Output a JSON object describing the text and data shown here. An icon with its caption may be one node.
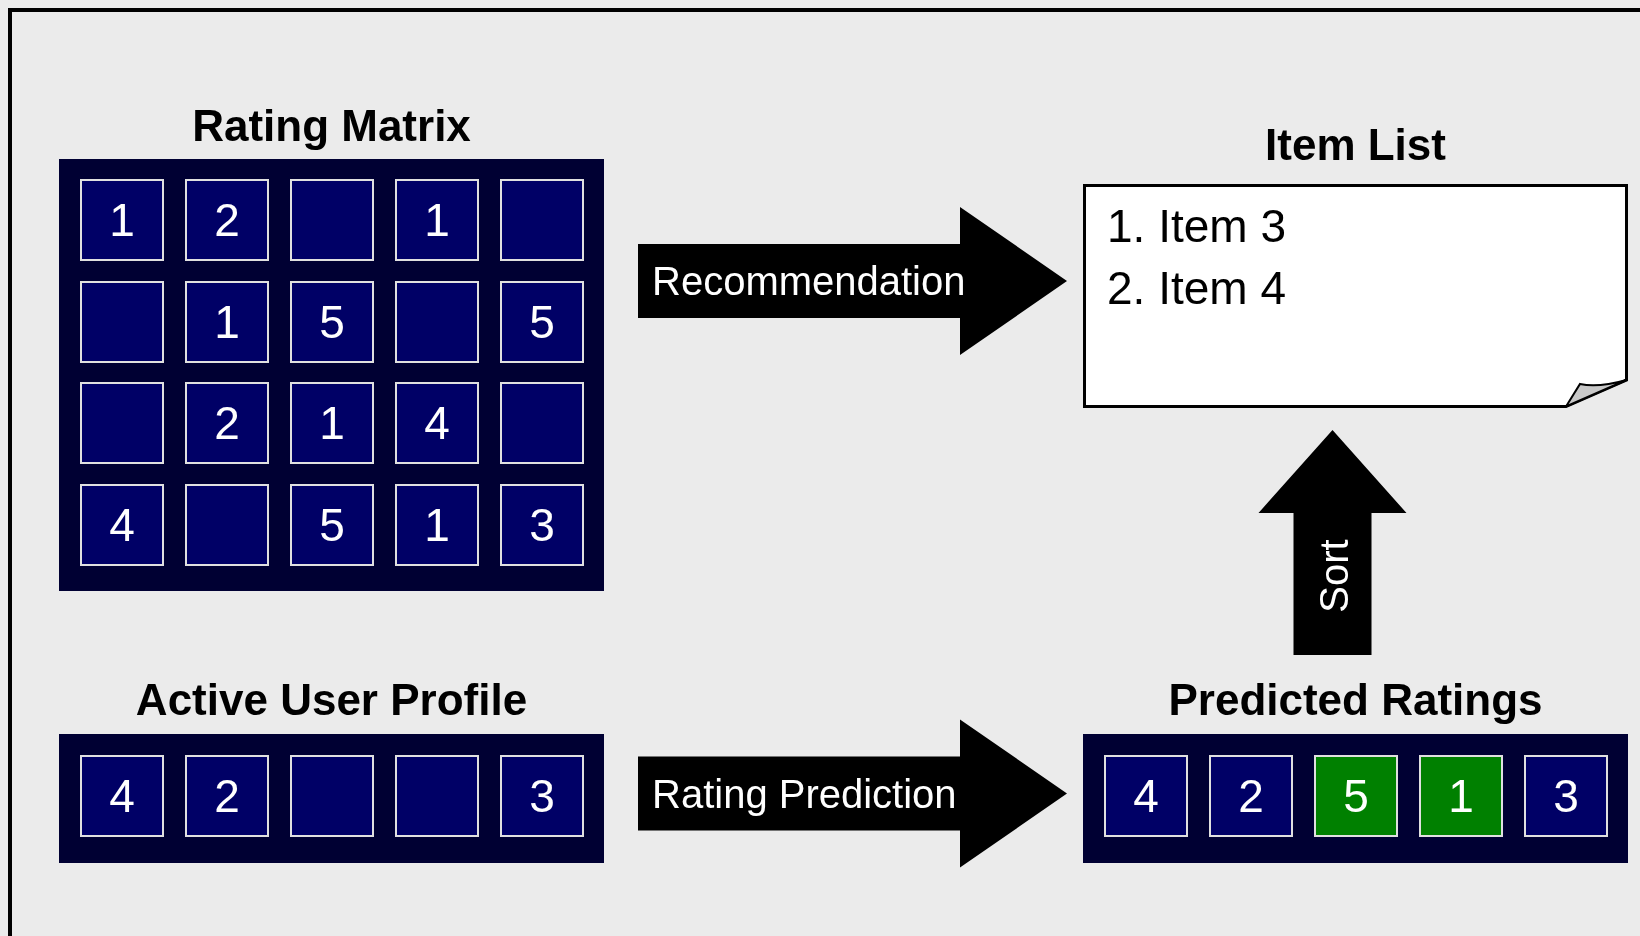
{
  "diagram": {
    "nodes": [
      {
        "text": [
          "Rating Matrix"
        ]
      },
      {
        "text": [
          "1"
        ],
        "in": 0
      },
      {
        "text": [
          "2"
        ],
        "in": 0
      },
      {
        "text": [],
        "shape": "box",
        "in": 0
      },
      {
        "text": [
          "1"
        ],
        "in": 0
      },
      {
        "text": [],
        "shape": "box",
        "in": 0
      },
      {
        "text": [],
        "shape": "box",
        "in": 0
      },
      {
        "text": [
          "1"
        ],
        "in": 0
      },
      {
        "text": [
          "5"
        ],
        "in": 0
      },
      {
        "text": [],
        "shape": "box",
        "in": 0
      },
      {
        "text": [
          "5"
        ],
        "in": 0
      },
      {
        "text": [],
        "shape": "box",
        "in": 0
      },
      {
        "text": [
          "2"
        ],
        "in": 0
      },
      {
        "text": [
          "1"
        ],
        "in": 0
      },
      {
        "text": [
          "4"
        ],
        "in": 0
      },
      {
        "text": [],
        "shape": "box",
        "in": 0
      },
      {
        "text": [
          "4"
        ],
        "in": 0
      },
      {
        "text": [],
        "shape": "box",
        "in": 0
      },
      {
        "text": [
          "5"
        ],
        "in": 0
      },
      {
        "text": [
          "1"
        ],
        "in": 0
      },
      {
        "text": [
          "3"
        ],
        "in": 0
      },
      {
        "text": [
          "Item List",
          "1. Item 3",
          "2. Item 4"
        ]
      },
      {
        "text": [
          "Active User Profile"
        ]
      },
      {
        "text": [
          "4"
        ],
        "in": 22
      },
      {
        "text": [
          "2"
        ],
        "in": 22
      },
      {
        "text": [],
        "shape": "box",
        "in": 22
      },
      {
        "text": [],
        "shape": "box",
        "in": 22
      },
      {
        "text": [
          "3"
        ],
        "in": 22
      },
      {
        "text": [
          "Predicted Ratings"
        ]
      },
      {
        "text": [
          "4"
        ],
        "in": 28
      },
      {
        "text": [
          "2"
        ],
        "in": 28
      },
      {
        "text": [
          "5"
        ],
        "in": 28
      },
      {
        "text": [
          "1"
        ],
        "in": 28
      },
      {
        "text": [
          "3"
        ],
        "in": 28
      }
    ],
    "edges": [
      {
        "from": 0,
        "to": 21,
        "arrow": "to",
        "label": "Recommendation"
      },
      {
        "from": 22,
        "to": 28,
        "arrow": "to",
        "label": "Rating Prediction"
      },
      {
        "from": 28,
        "to": 21,
        "arrow": "to",
        "label": "Sort"
      }
    ]
  }
}
